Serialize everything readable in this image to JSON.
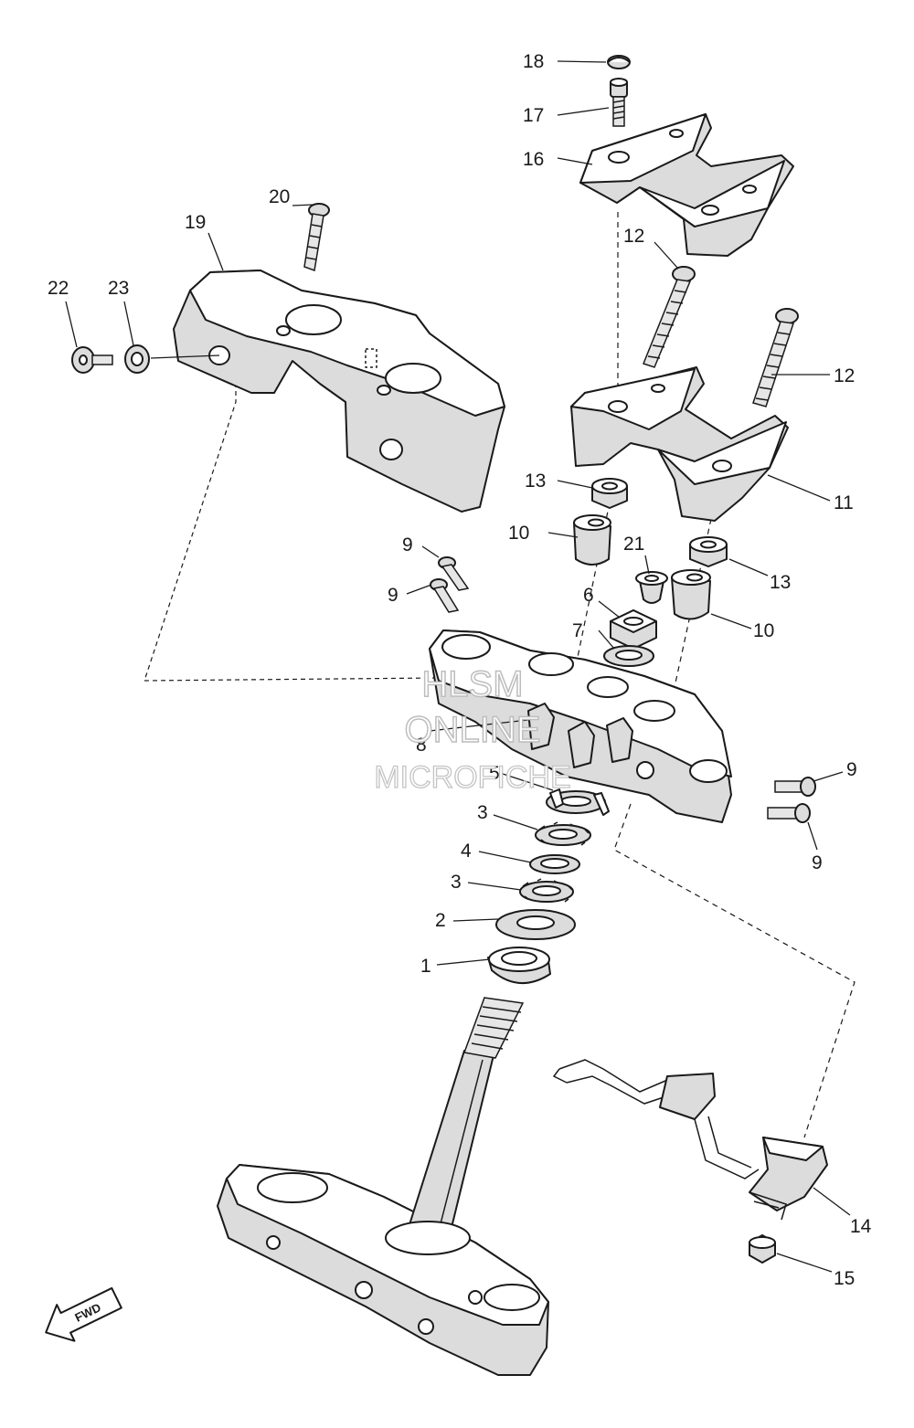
{
  "callouts": {
    "c1": "1",
    "c2": "2",
    "c3a": "3",
    "c3b": "3",
    "c4": "4",
    "c5": "5",
    "c6": "6",
    "c7": "7",
    "c8": "8",
    "c9a": "9",
    "c9b": "9",
    "c9c": "9",
    "c9d": "9",
    "c10a": "10",
    "c10b": "10",
    "c11": "11",
    "c12a": "12",
    "c12b": "12",
    "c13a": "13",
    "c13b": "13",
    "c14": "14",
    "c15": "15",
    "c16": "16",
    "c17": "17",
    "c18": "18",
    "c19": "19",
    "c20": "20",
    "c21": "21",
    "c22": "22",
    "c23": "23"
  },
  "watermark": {
    "line1": "HLSM",
    "line2": "ONLINE",
    "line3": "MICROFICHE"
  },
  "direction_badge": {
    "label": "FWD",
    "icon": "arrow-forward-icon"
  }
}
